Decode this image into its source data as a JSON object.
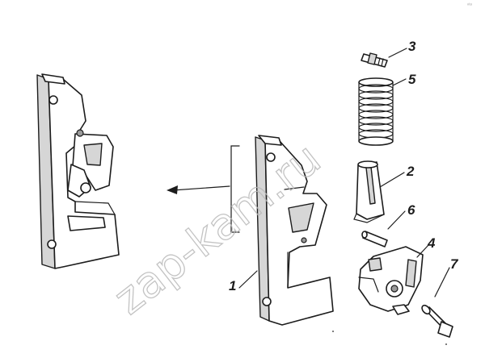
{
  "callouts": {
    "part_1": "1",
    "part_2": "2",
    "part_3": "3",
    "part_4": "4",
    "part_5": "5",
    "part_6": "6",
    "part_7": "7"
  },
  "watermark": "zap-kam.ru",
  "corner_mark": "ⁿᵗᵃ"
}
